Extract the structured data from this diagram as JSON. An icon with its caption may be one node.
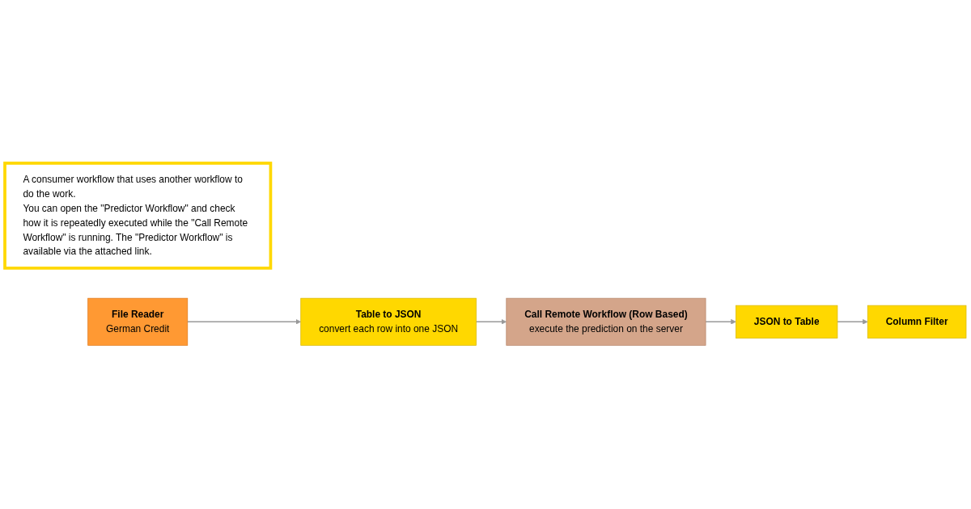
{
  "diagram": {
    "nodes": [
      {
        "text": [
          "A consumer workflow that uses another workflow to do the work.",
          "You can open the \"Predictor Workflow\" and check how it is repeatedly executed while the \"Call Remote Workflow\" is running. The \"Predictor Workflow\" is available via the attached link."
        ]
      },
      {
        "text": [
          "File Reader",
          "German Credit"
        ]
      },
      {
        "text": [
          "Table to JSON",
          "convert each row into one JSON"
        ]
      },
      {
        "text": [
          "Call Remote Workflow (Row Based)",
          "execute the prediction on the server"
        ]
      },
      {
        "text": [
          "JSON to Table"
        ]
      },
      {
        "text": [
          "Column Filter"
        ]
      }
    ],
    "edges": [
      {
        "from": 1,
        "to": 2,
        "arrow": "to"
      },
      {
        "from": 2,
        "to": 3,
        "arrow": "to"
      },
      {
        "from": 3,
        "to": 4,
        "arrow": "to"
      },
      {
        "from": 4,
        "to": 5,
        "arrow": "to"
      }
    ]
  }
}
